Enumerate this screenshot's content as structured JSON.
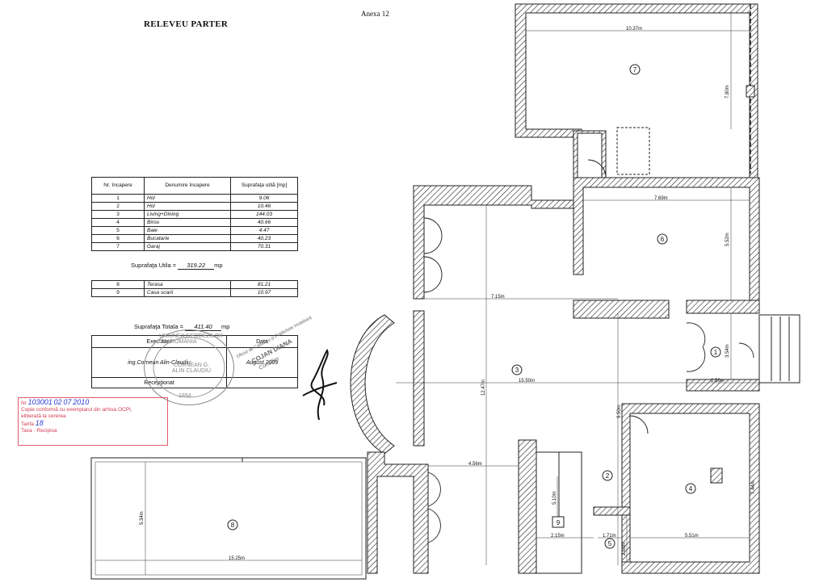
{
  "header": {
    "title": "RELEVEU PARTER",
    "annex": "Anexa 12"
  },
  "rooms_table": {
    "headers": [
      "Nr. încapere",
      "Denumire încapere",
      "Suprafaţa utilă [mp]"
    ],
    "rows": [
      {
        "nr": "1",
        "name": "Hol",
        "area": "9.06"
      },
      {
        "nr": "2",
        "name": "Hol",
        "area": "10.46"
      },
      {
        "nr": "3",
        "name": "Living+Dining",
        "area": "144.03"
      },
      {
        "nr": "4",
        "name": "Birou",
        "area": "40.66"
      },
      {
        "nr": "5",
        "name": "Baie",
        "area": "4.47"
      },
      {
        "nr": "6",
        "name": "Bucatarie",
        "area": "40.23"
      },
      {
        "nr": "7",
        "name": "Garaj",
        "area": "70.31"
      }
    ]
  },
  "useful_area": {
    "label": "Suprafaţa Utila =",
    "value": "319.22",
    "unit": "mp"
  },
  "extra_table": {
    "rows": [
      {
        "nr": "8",
        "name": "Terasa",
        "area": "81.21"
      },
      {
        "nr": "9",
        "name": "Casa scarii",
        "area": "10.97"
      }
    ]
  },
  "total_area": {
    "label": "Suprafaţa Totala =",
    "value": "411.40",
    "unit": "mp"
  },
  "execution": {
    "executed_label": "Executant",
    "date_label": "Data",
    "executant": "ing.Cornean Alin-Claudiu",
    "date": "August 2009",
    "received_label": "Recepţionat"
  },
  "stamps": {
    "round_ring": "UNIUNEA GEODEZILOR DIN ROMÂNIA",
    "round_name": "CORNEAN G. ALIN CLAUDIU",
    "round_number": "1894",
    "oficiu_line1": "Oficiul de Cadastru şi Publicitate Imobiliară",
    "oficiu_name": "COJAN DIANA",
    "oficiu_role": "Consilier",
    "red_number": "103001",
    "red_day": "02",
    "red_month": "07",
    "red_year": "2010",
    "red_line2": "Copie conformă cu exemplarul din arhiva OCPI,",
    "red_line3": "eliberată la cererea",
    "red_tarifa": "Tarifa",
    "red_tarifa_val": "18",
    "red_line4_val": "Taxa",
    "red_receipt": "Recipisa"
  },
  "plan": {
    "dimensions": {
      "d_garaj_w": "10.37m",
      "d_garaj_h": "7.80m",
      "d_buc_w": "7.69m",
      "d_buc_h": "5.52m",
      "d_liv_w1": "7.15m",
      "d_liv_w2": "15.50m",
      "d_liv_h": "12.47m",
      "d_hol1_h": "3.54m",
      "d_hol1_w": "2.56m",
      "d_hol2_h": "9.50m",
      "d_birou_h": "7.44m",
      "d_birou_w": "5.51m",
      "d_liv_w3": "4.56m",
      "d_stair_w": "2.15m",
      "d_stair_h": "5.10m",
      "d_baie_w": "1.71m",
      "d_baie_h": "2.68m",
      "d_ter_h": "5.34m",
      "d_ter_w": "15.25m"
    },
    "room_numbers": [
      "1",
      "2",
      "3",
      "4",
      "5",
      "6",
      "7",
      "8",
      "9"
    ]
  }
}
